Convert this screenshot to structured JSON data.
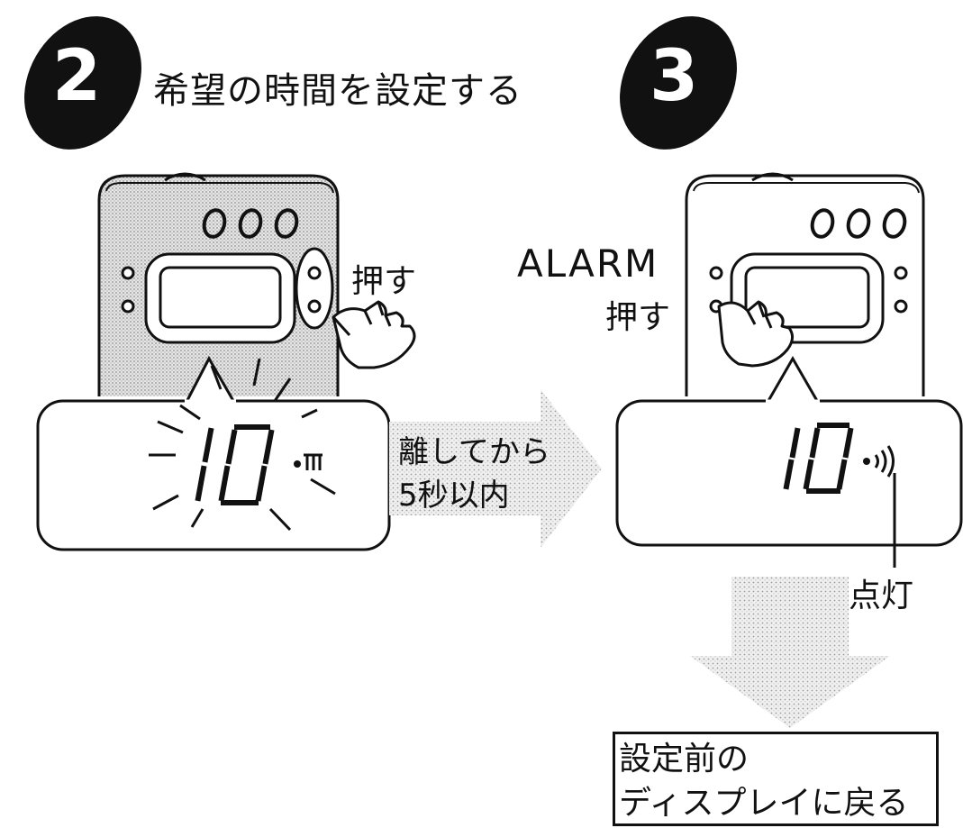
{
  "steps": [
    {
      "number": "2",
      "title": "希望の時間を設定する"
    },
    {
      "number": "3"
    }
  ],
  "left_panel": {
    "press_label": "押す",
    "display_value": "10",
    "top_buttons": "000"
  },
  "arrow": {
    "line1": "離してから",
    "line2": "5秒以内"
  },
  "right_panel": {
    "button_name": "ALARM",
    "press_label": "押す",
    "display_value": "10",
    "top_buttons": "000",
    "indicator_label": "点灯"
  },
  "result_box": {
    "line1": "設定前の",
    "line2": "ディスプレイに戻る"
  },
  "icons": [
    "hand-pointer-icon",
    "alarm-bell-icon"
  ],
  "colors": {
    "ink": "#111111",
    "screen_tone": "#bdbdbd",
    "badge": "#111111"
  }
}
